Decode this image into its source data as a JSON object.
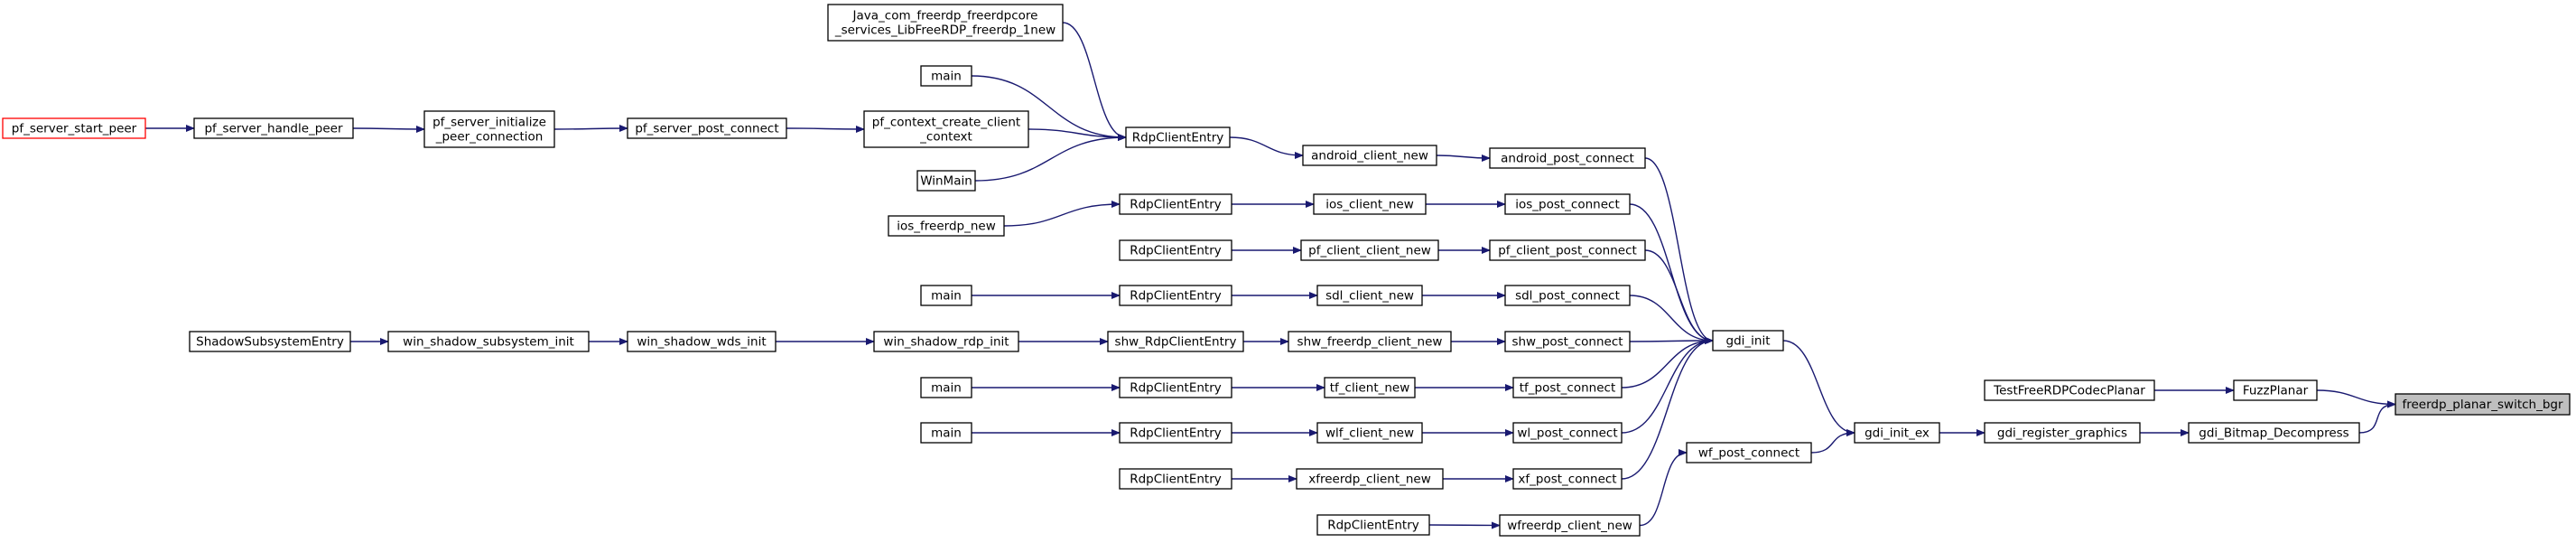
{
  "colors": {
    "edge": "#191970",
    "border": "#000000",
    "node_fill": "#ffffff",
    "root_fill": "#bfbfbf",
    "truncated_border": "#ff0000"
  },
  "graph": {
    "nodes": [
      {
        "id": "root",
        "lines": [
          "freerdp_planar_switch_bgr"
        ],
        "style": "root"
      },
      {
        "id": "fuzzplanar",
        "lines": [
          "FuzzPlanar"
        ]
      },
      {
        "id": "testfree",
        "lines": [
          "TestFreeRDPCodecPlanar"
        ]
      },
      {
        "id": "bitmap_decomp",
        "lines": [
          "gdi_Bitmap_Decompress"
        ]
      },
      {
        "id": "gdi_reg",
        "lines": [
          "gdi_register_graphics"
        ]
      },
      {
        "id": "gdi_init_ex",
        "lines": [
          "gdi_init_ex"
        ]
      },
      {
        "id": "gdi_init",
        "lines": [
          "gdi_init"
        ]
      },
      {
        "id": "wf_post",
        "lines": [
          "wf_post_connect"
        ]
      },
      {
        "id": "wfreerdp_new",
        "lines": [
          "wfreerdp_client_new"
        ]
      },
      {
        "id": "rce_wf",
        "lines": [
          "RdpClientEntry"
        ]
      },
      {
        "id": "android_post",
        "lines": [
          "android_post_connect"
        ]
      },
      {
        "id": "ios_post",
        "lines": [
          "ios_post_connect"
        ]
      },
      {
        "id": "pf_client_post",
        "lines": [
          "pf_client_post_connect"
        ]
      },
      {
        "id": "sdl_post",
        "lines": [
          "sdl_post_connect"
        ]
      },
      {
        "id": "shw_post",
        "lines": [
          "shw_post_connect"
        ]
      },
      {
        "id": "tf_post",
        "lines": [
          "tf_post_connect"
        ]
      },
      {
        "id": "wl_post",
        "lines": [
          "wl_post_connect"
        ]
      },
      {
        "id": "xf_post",
        "lines": [
          "xf_post_connect"
        ]
      },
      {
        "id": "android_new",
        "lines": [
          "android_client_new"
        ]
      },
      {
        "id": "ios_new",
        "lines": [
          "ios_client_new"
        ]
      },
      {
        "id": "pf_client_new",
        "lines": [
          "pf_client_client_new"
        ]
      },
      {
        "id": "sdl_new",
        "lines": [
          "sdl_client_new"
        ]
      },
      {
        "id": "shw_fr_new",
        "lines": [
          "shw_freerdp_client_new"
        ]
      },
      {
        "id": "tf_new",
        "lines": [
          "tf_client_new"
        ]
      },
      {
        "id": "wlf_new",
        "lines": [
          "wlf_client_new"
        ]
      },
      {
        "id": "xfreerdp_new",
        "lines": [
          "xfreerdp_client_new"
        ]
      },
      {
        "id": "rce_android",
        "lines": [
          "RdpClientEntry"
        ]
      },
      {
        "id": "rce_ios",
        "lines": [
          "RdpClientEntry"
        ]
      },
      {
        "id": "rce_pf",
        "lines": [
          "RdpClientEntry"
        ]
      },
      {
        "id": "rce_sdl",
        "lines": [
          "RdpClientEntry"
        ]
      },
      {
        "id": "shw_rce",
        "lines": [
          "shw_RdpClientEntry"
        ]
      },
      {
        "id": "rce_tf",
        "lines": [
          "RdpClientEntry"
        ]
      },
      {
        "id": "rce_wl",
        "lines": [
          "RdpClientEntry"
        ]
      },
      {
        "id": "rce_xf",
        "lines": [
          "RdpClientEntry"
        ]
      },
      {
        "id": "java_new",
        "lines": [
          "Java_com_freerdp_freerdpcore",
          "_services_LibFreeRDP_freerdp_1new"
        ]
      },
      {
        "id": "main_a",
        "lines": [
          "main"
        ]
      },
      {
        "id": "pf_ctx",
        "lines": [
          "pf_context_create_client",
          "_context"
        ]
      },
      {
        "id": "winmain",
        "lines": [
          "WinMain"
        ]
      },
      {
        "id": "ios_freerdp_new",
        "lines": [
          "ios_freerdp_new"
        ]
      },
      {
        "id": "main_sdl",
        "lines": [
          "main"
        ]
      },
      {
        "id": "win_rdp_init",
        "lines": [
          "win_shadow_rdp_init"
        ]
      },
      {
        "id": "main_tf",
        "lines": [
          "main"
        ]
      },
      {
        "id": "main_wl",
        "lines": [
          "main"
        ]
      },
      {
        "id": "pf_srv_post",
        "lines": [
          "pf_server_post_connect"
        ]
      },
      {
        "id": "pf_srv_init_peer",
        "lines": [
          "pf_server_initialize",
          "_peer_connection"
        ]
      },
      {
        "id": "pf_srv_handle",
        "lines": [
          "pf_server_handle_peer"
        ]
      },
      {
        "id": "pf_srv_start",
        "lines": [
          "pf_server_start_peer"
        ],
        "style": "truncated"
      },
      {
        "id": "win_wds_init",
        "lines": [
          "win_shadow_wds_init"
        ]
      },
      {
        "id": "win_sub_init",
        "lines": [
          "win_shadow_subsystem_init"
        ]
      },
      {
        "id": "shadow_entry",
        "lines": [
          "ShadowSubsystemEntry"
        ]
      }
    ],
    "edges": [
      [
        "fuzzplanar",
        "root"
      ],
      [
        "bitmap_decomp",
        "root"
      ],
      [
        "testfree",
        "fuzzplanar"
      ],
      [
        "gdi_reg",
        "bitmap_decomp"
      ],
      [
        "gdi_init_ex",
        "gdi_reg"
      ],
      [
        "gdi_init",
        "gdi_init_ex"
      ],
      [
        "wf_post",
        "gdi_init_ex"
      ],
      [
        "wfreerdp_new",
        "wf_post"
      ],
      [
        "rce_wf",
        "wfreerdp_new"
      ],
      [
        "android_post",
        "gdi_init"
      ],
      [
        "ios_post",
        "gdi_init"
      ],
      [
        "pf_client_post",
        "gdi_init"
      ],
      [
        "sdl_post",
        "gdi_init"
      ],
      [
        "shw_post",
        "gdi_init"
      ],
      [
        "tf_post",
        "gdi_init"
      ],
      [
        "wl_post",
        "gdi_init"
      ],
      [
        "xf_post",
        "gdi_init"
      ],
      [
        "android_new",
        "android_post"
      ],
      [
        "ios_new",
        "ios_post"
      ],
      [
        "pf_client_new",
        "pf_client_post"
      ],
      [
        "sdl_new",
        "sdl_post"
      ],
      [
        "shw_fr_new",
        "shw_post"
      ],
      [
        "tf_new",
        "tf_post"
      ],
      [
        "wlf_new",
        "wl_post"
      ],
      [
        "xfreerdp_new",
        "xf_post"
      ],
      [
        "rce_android",
        "android_new"
      ],
      [
        "rce_ios",
        "ios_new"
      ],
      [
        "rce_pf",
        "pf_client_new"
      ],
      [
        "rce_sdl",
        "sdl_new"
      ],
      [
        "shw_rce",
        "shw_fr_new"
      ],
      [
        "rce_tf",
        "tf_new"
      ],
      [
        "rce_wl",
        "wlf_new"
      ],
      [
        "rce_xf",
        "xfreerdp_new"
      ],
      [
        "java_new",
        "rce_android"
      ],
      [
        "main_a",
        "rce_android"
      ],
      [
        "pf_ctx",
        "rce_android"
      ],
      [
        "winmain",
        "rce_android"
      ],
      [
        "ios_freerdp_new",
        "rce_ios"
      ],
      [
        "main_sdl",
        "rce_sdl"
      ],
      [
        "win_rdp_init",
        "shw_rce"
      ],
      [
        "main_tf",
        "rce_tf"
      ],
      [
        "main_wl",
        "rce_wl"
      ],
      [
        "pf_srv_post",
        "pf_ctx"
      ],
      [
        "pf_srv_init_peer",
        "pf_srv_post"
      ],
      [
        "pf_srv_handle",
        "pf_srv_init_peer"
      ],
      [
        "pf_srv_start",
        "pf_srv_handle"
      ],
      [
        "win_wds_init",
        "win_rdp_init"
      ],
      [
        "win_sub_init",
        "win_wds_init"
      ],
      [
        "shadow_entry",
        "win_sub_init"
      ]
    ]
  }
}
